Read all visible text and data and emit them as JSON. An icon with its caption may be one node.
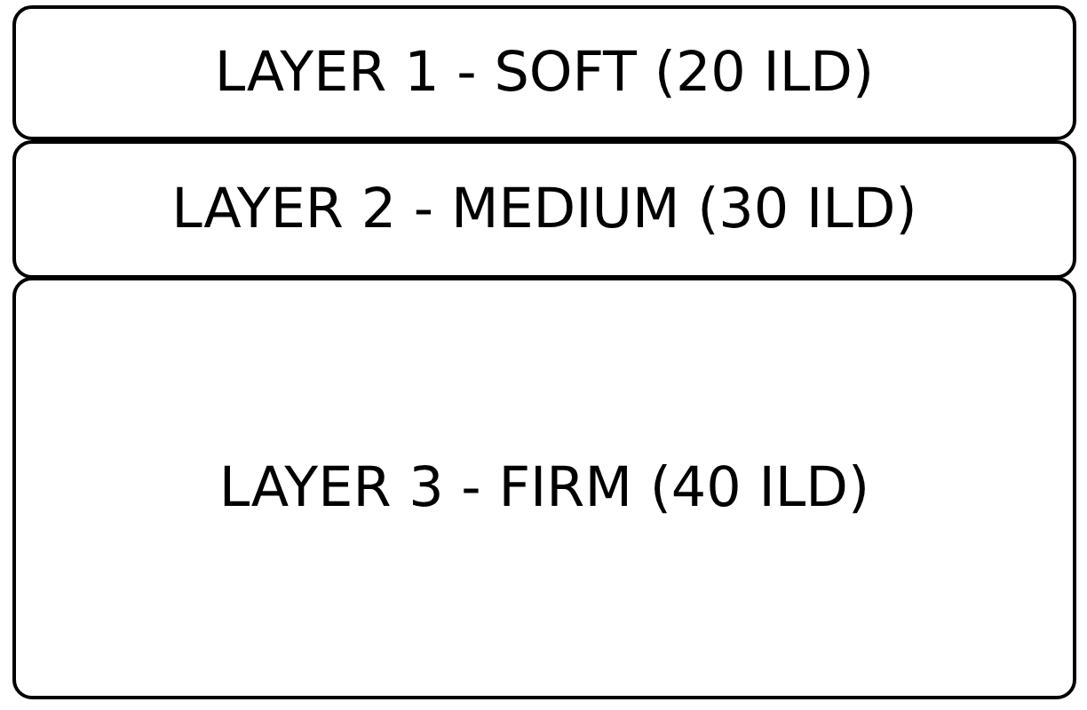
{
  "diagram": {
    "nodes": [
      {
        "text": [
          "LAYER 1 - SOFT (20 ILD)"
        ]
      },
      {
        "text": [
          "LAYER 2 - MEDIUM (30 ILD)"
        ]
      },
      {
        "text": [
          "LAYER 3 - FIRM (40 ILD)"
        ]
      }
    ]
  }
}
